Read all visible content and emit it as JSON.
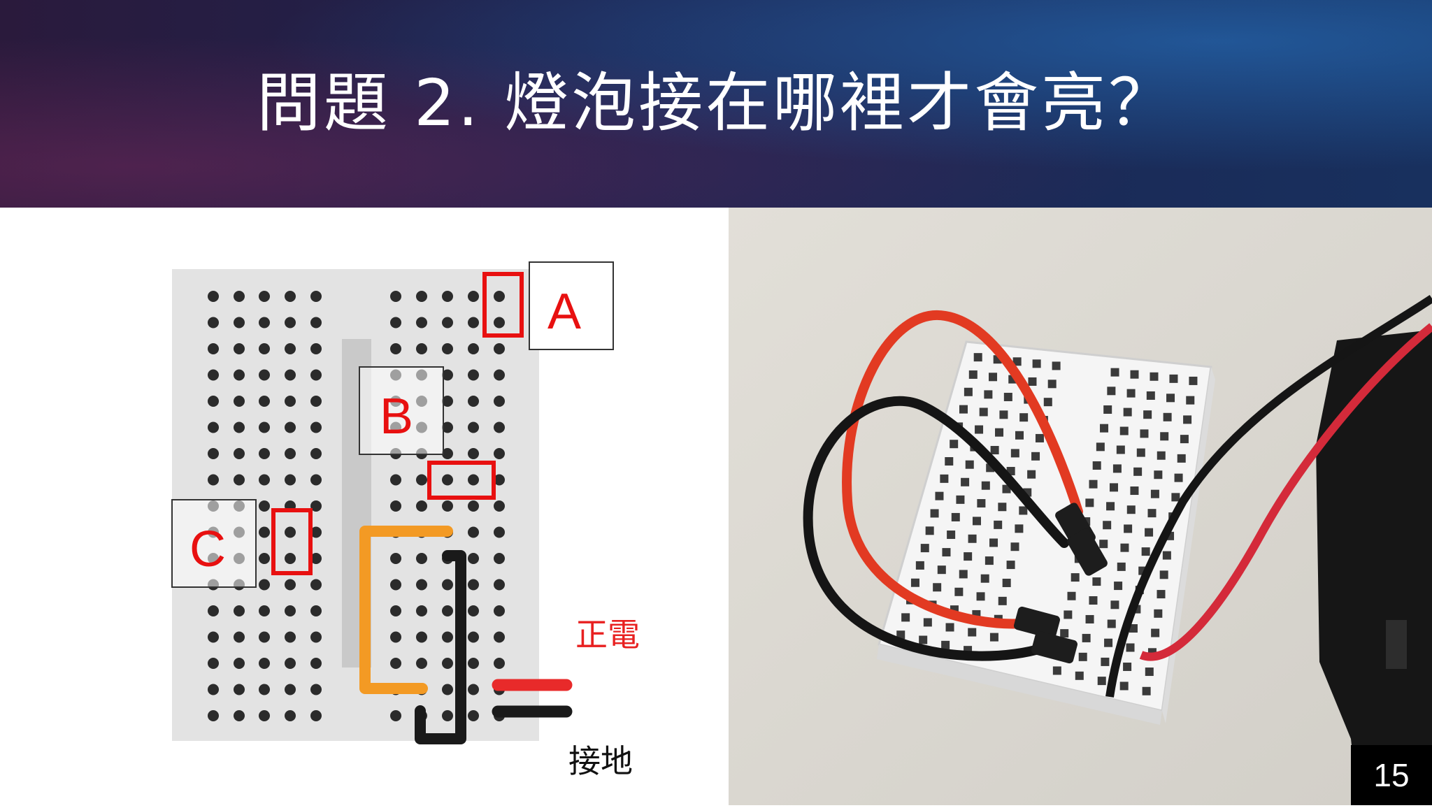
{
  "slide": {
    "title": "問題 2. 燈泡接在哪裡才會亮？",
    "page_number": "15"
  },
  "diagram": {
    "labels": {
      "a": "A",
      "b": "B",
      "c": "C"
    },
    "wire_legend": {
      "positive": "正電",
      "ground": "接地"
    },
    "colors": {
      "marker": "#e81010",
      "orange_wire": "#f39a24",
      "positive_wire": "#e82a2a",
      "ground_wire": "#1a1a1a",
      "board": "#e3e3e3",
      "hole": "#2b2b2b"
    }
  },
  "photo": {
    "colors": {
      "surface": "#d9d6cf",
      "breadboard": "#f7f7f7",
      "red_wire": "#e23a22",
      "black_wire": "#151515",
      "battery_box": "#161616"
    }
  }
}
